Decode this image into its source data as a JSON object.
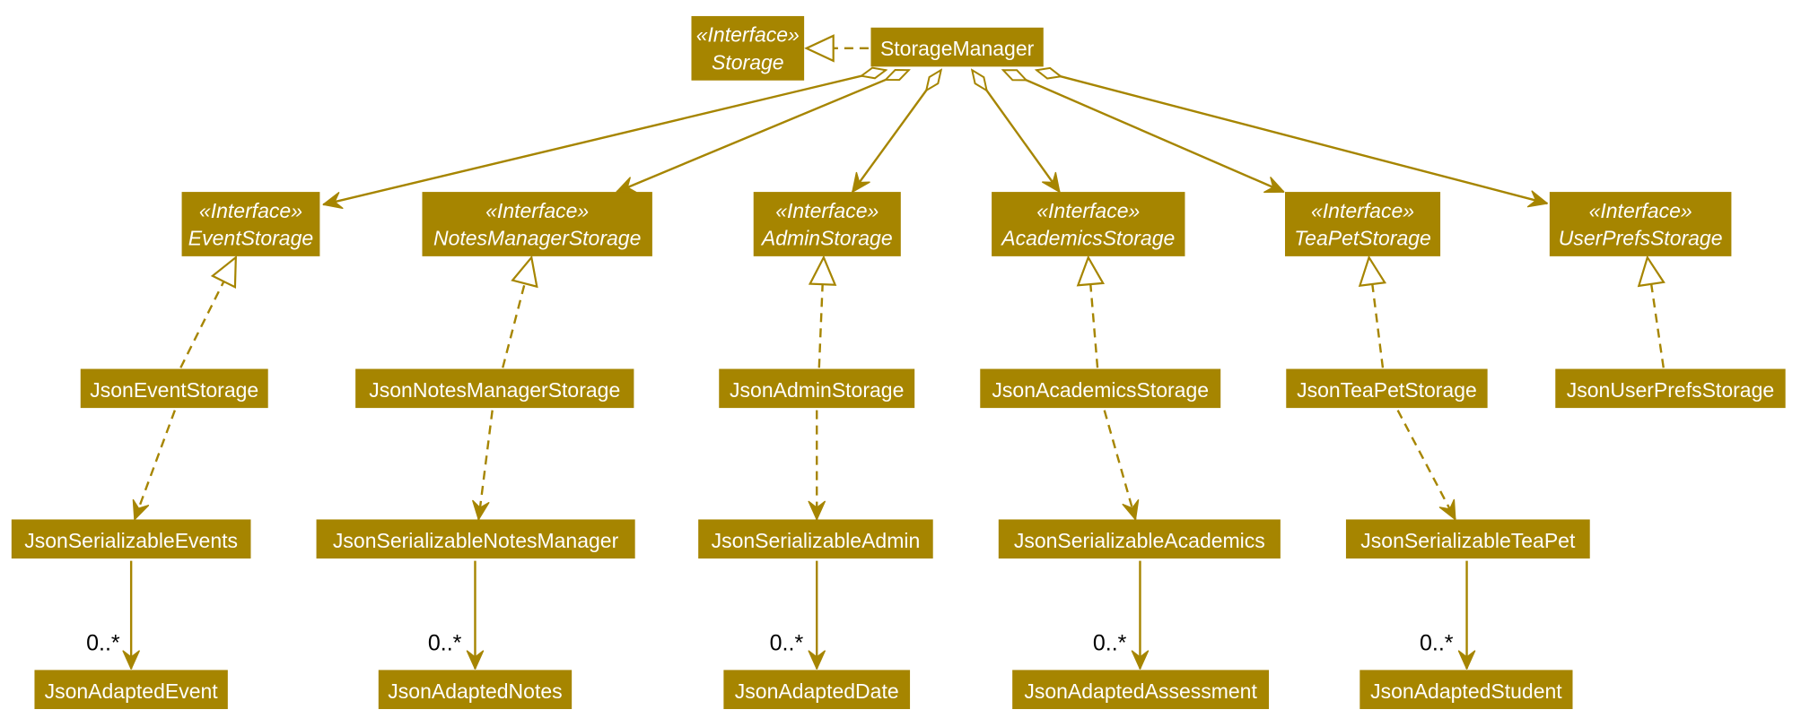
{
  "colors": {
    "node_fill": "#A68500",
    "node_text": "#FFFFFF",
    "edge": "#A68500",
    "label_text": "#000000"
  },
  "stereotype": "«Interface»",
  "nodes": {
    "storage": {
      "stereotype": "«Interface»",
      "name": "Storage"
    },
    "storage_manager": {
      "name": "StorageManager"
    },
    "event_storage": {
      "stereotype": "«Interface»",
      "name": "EventStorage"
    },
    "notes_manager_storage": {
      "stereotype": "«Interface»",
      "name": "NotesManagerStorage"
    },
    "admin_storage": {
      "stereotype": "«Interface»",
      "name": "AdminStorage"
    },
    "academics_storage": {
      "stereotype": "«Interface»",
      "name": "AcademicsStorage"
    },
    "tea_pet_storage": {
      "stereotype": "«Interface»",
      "name": "TeaPetStorage"
    },
    "user_prefs_storage": {
      "stereotype": "«Interface»",
      "name": "UserPrefsStorage"
    },
    "json_event_storage": {
      "name": "JsonEventStorage"
    },
    "json_notes_manager_storage": {
      "name": "JsonNotesManagerStorage"
    },
    "json_admin_storage": {
      "name": "JsonAdminStorage"
    },
    "json_academics_storage": {
      "name": "JsonAcademicsStorage"
    },
    "json_tea_pet_storage": {
      "name": "JsonTeaPetStorage"
    },
    "json_user_prefs_storage": {
      "name": "JsonUserPrefsStorage"
    },
    "json_serializable_events": {
      "name": "JsonSerializableEvents"
    },
    "json_serializable_notes_manager": {
      "name": "JsonSerializableNotesManager"
    },
    "json_serializable_admin": {
      "name": "JsonSerializableAdmin"
    },
    "json_serializable_academics": {
      "name": "JsonSerializableAcademics"
    },
    "json_serializable_tea_pet": {
      "name": "JsonSerializableTeaPet"
    },
    "json_adapted_event": {
      "name": "JsonAdaptedEvent"
    },
    "json_adapted_notes": {
      "name": "JsonAdaptedNotes"
    },
    "json_adapted_date": {
      "name": "JsonAdaptedDate"
    },
    "json_adapted_assessment": {
      "name": "JsonAdaptedAssessment"
    },
    "json_adapted_student": {
      "name": "JsonAdaptedStudent"
    }
  },
  "edges": [
    {
      "from": "storage_manager",
      "to": "storage",
      "kind": "realization"
    },
    {
      "from": "storage_manager",
      "to": "event_storage",
      "kind": "aggregation"
    },
    {
      "from": "storage_manager",
      "to": "notes_manager_storage",
      "kind": "aggregation"
    },
    {
      "from": "storage_manager",
      "to": "admin_storage",
      "kind": "aggregation"
    },
    {
      "from": "storage_manager",
      "to": "academics_storage",
      "kind": "aggregation"
    },
    {
      "from": "storage_manager",
      "to": "tea_pet_storage",
      "kind": "aggregation"
    },
    {
      "from": "storage_manager",
      "to": "user_prefs_storage",
      "kind": "aggregation"
    },
    {
      "from": "json_event_storage",
      "to": "event_storage",
      "kind": "realization"
    },
    {
      "from": "json_notes_manager_storage",
      "to": "notes_manager_storage",
      "kind": "realization"
    },
    {
      "from": "json_admin_storage",
      "to": "admin_storage",
      "kind": "realization"
    },
    {
      "from": "json_academics_storage",
      "to": "academics_storage",
      "kind": "realization"
    },
    {
      "from": "json_tea_pet_storage",
      "to": "tea_pet_storage",
      "kind": "realization"
    },
    {
      "from": "json_user_prefs_storage",
      "to": "user_prefs_storage",
      "kind": "realization"
    },
    {
      "from": "json_event_storage",
      "to": "json_serializable_events",
      "kind": "dependency"
    },
    {
      "from": "json_notes_manager_storage",
      "to": "json_serializable_notes_manager",
      "kind": "dependency"
    },
    {
      "from": "json_admin_storage",
      "to": "json_serializable_admin",
      "kind": "dependency"
    },
    {
      "from": "json_academics_storage",
      "to": "json_serializable_academics",
      "kind": "dependency"
    },
    {
      "from": "json_tea_pet_storage",
      "to": "json_serializable_tea_pet",
      "kind": "dependency"
    },
    {
      "from": "json_serializable_events",
      "to": "json_adapted_event",
      "kind": "association",
      "multiplicity": "0..*"
    },
    {
      "from": "json_serializable_notes_manager",
      "to": "json_adapted_notes",
      "kind": "association",
      "multiplicity": "0..*"
    },
    {
      "from": "json_serializable_admin",
      "to": "json_adapted_date",
      "kind": "association",
      "multiplicity": "0..*"
    },
    {
      "from": "json_serializable_academics",
      "to": "json_adapted_assessment",
      "kind": "association",
      "multiplicity": "0..*"
    },
    {
      "from": "json_serializable_tea_pet",
      "to": "json_adapted_student",
      "kind": "association",
      "multiplicity": "0..*"
    }
  ]
}
